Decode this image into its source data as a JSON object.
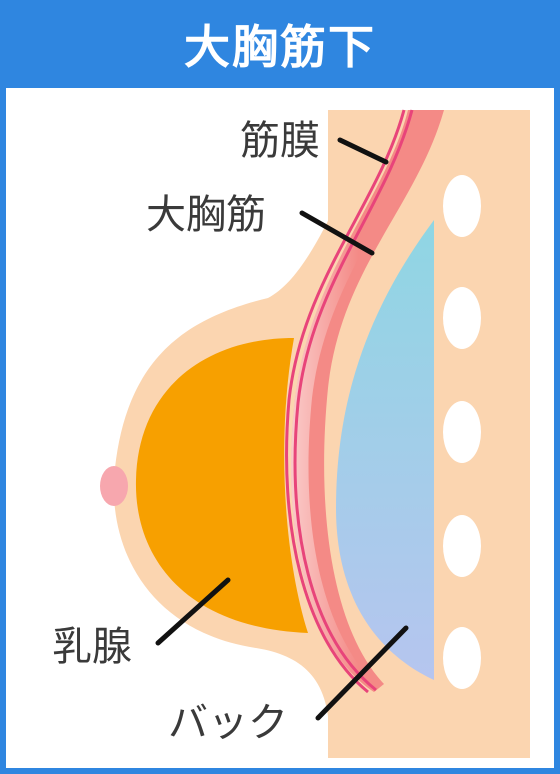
{
  "title": "大胸筋下",
  "labels": {
    "fascia": "筋膜",
    "pectoralis": "大胸筋",
    "mammary_gland": "乳腺",
    "implant": "バック"
  },
  "colors": {
    "frame": "#2f86e0",
    "skin": "#fbd5b0",
    "gland": "#f7a000",
    "muscle": "#f48a86",
    "fascia_line": "#e8447a",
    "implant_top": "#8fd6e3",
    "implant_bottom": "#b6c5ef",
    "rib": "#ffffff",
    "nipple": "#f7a7ae"
  }
}
